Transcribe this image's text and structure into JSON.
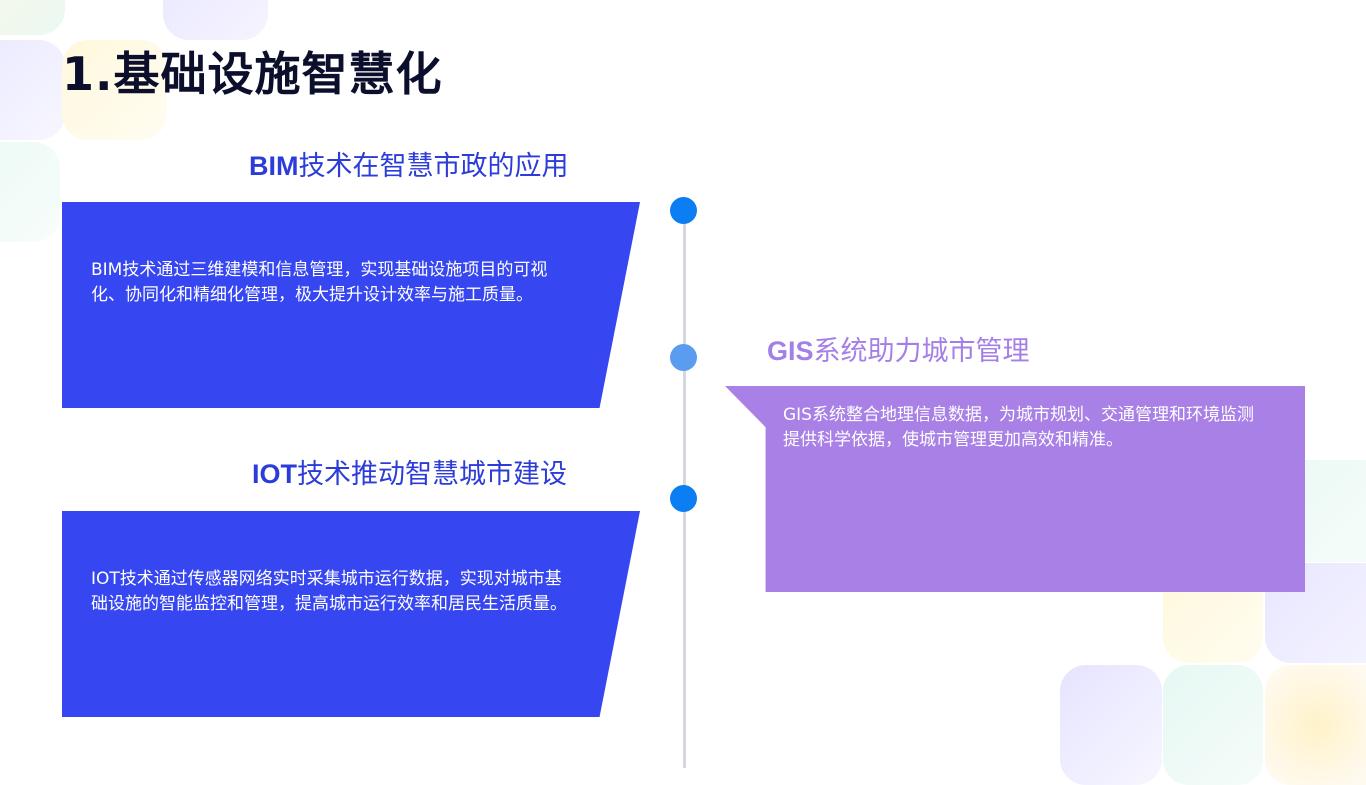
{
  "slide": {
    "title": "1.基础设施智慧化"
  },
  "sections": {
    "bim": {
      "heading_latin": "BIM",
      "heading_rest": "技术在智慧市政的应用",
      "body": "BIM技术通过三维建模和信息管理，实现基础设施项目的可视化、协同化和精细化管理，极大提升设计效率与施工质量。"
    },
    "gis": {
      "heading_latin": "GIS",
      "heading_rest": "系统助力城市管理",
      "body": "GIS系统整合地理信息数据，为城市规划、交通管理和环境监测提供科学依据，使城市管理更加高效和精准。"
    },
    "iot": {
      "heading_latin": "IOT",
      "heading_rest": "技术推动智慧城市建设",
      "body": "IOT技术通过传感器网络实时采集城市运行数据，实现对城市基础设施的智能监控和管理，提高城市运行效率和居民生活质量。"
    }
  },
  "colors": {
    "card_blue": "#3646f0",
    "card_purple": "#a981e6",
    "heading_blue": "#2c3cd8",
    "heading_purple": "#a47fe8",
    "node_blue": "#0a7ef2",
    "node_light_blue": "#5a9df0",
    "title": "#0c0f2b"
  }
}
